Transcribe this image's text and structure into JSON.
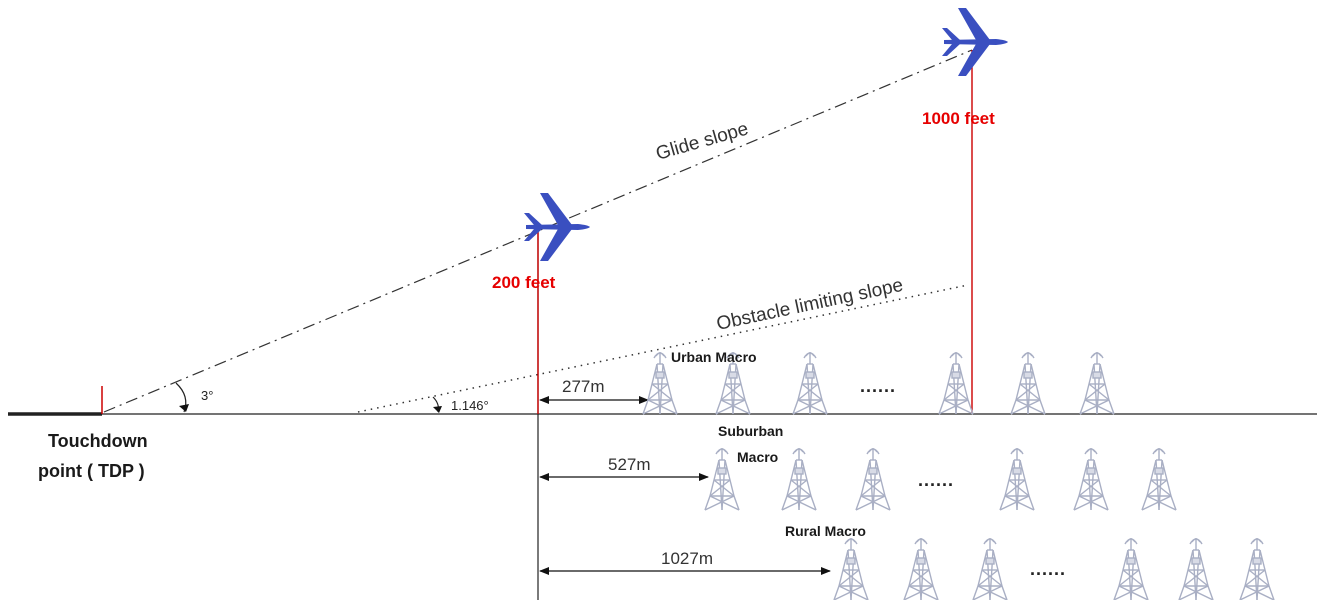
{
  "labels": {
    "tdp_line1": "Touchdown",
    "tdp_line2": "point ( TDP )",
    "glide_slope": "Glide slope",
    "obstacle_slope": "Obstacle limiting slope",
    "angle_glide": "3°",
    "angle_obstacle": "1.146°",
    "height_low": "200 feet",
    "height_high": "1000 feet",
    "urban_macro": "Urban Macro",
    "suburban_line1": "Suburban",
    "suburban_line2": "Macro",
    "rural_macro": "Rural Macro",
    "dist_urban": "277m",
    "dist_suburban": "527m",
    "dist_rural": "1027m",
    "ellipsis": "......"
  },
  "colors": {
    "height_marker": "#cc0000",
    "height_text": "#e60000",
    "airplane": "#3a4fc0",
    "tower": "#a9afc4",
    "ground": "#222222"
  },
  "icons": {
    "airplane": "airplane-icon",
    "tower": "cell-tower-icon"
  }
}
